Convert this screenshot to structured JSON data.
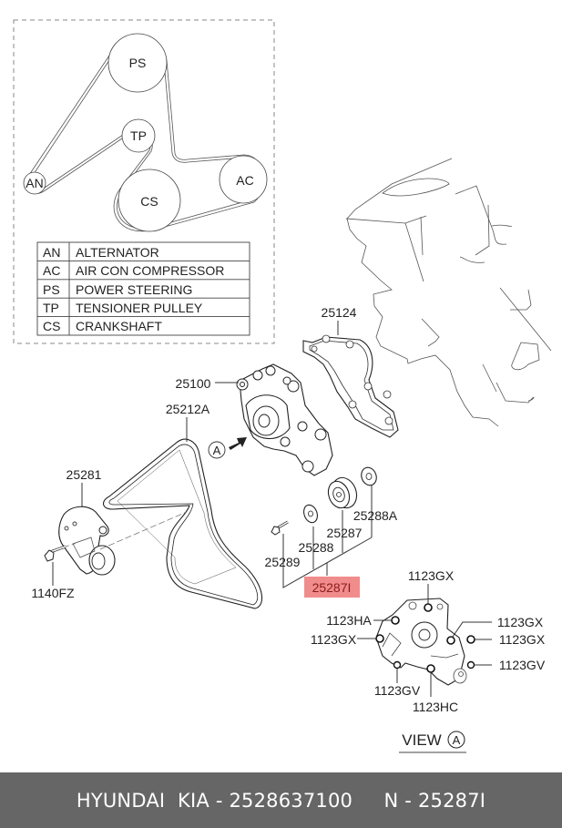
{
  "belt_layout": {
    "pulleys": [
      {
        "code": "PS"
      },
      {
        "code": "TP"
      },
      {
        "code": "AN"
      },
      {
        "code": "CS"
      },
      {
        "code": "AC"
      }
    ],
    "legend": [
      {
        "code": "AN",
        "name": "ALTERNATOR"
      },
      {
        "code": "AC",
        "name": "AIR CON COMPRESSOR"
      },
      {
        "code": "PS",
        "name": "POWER STEERING"
      },
      {
        "code": "TP",
        "name": "TENSIONER PULLEY"
      },
      {
        "code": "CS",
        "name": "CRANKSHAFT"
      }
    ]
  },
  "callouts": {
    "gasket": "25124",
    "water_pump": "25100",
    "belt": "25212A",
    "tensioner": "25281",
    "tensioner_bolt": "1140FZ",
    "washer_a": "25288A",
    "pulley": "25287",
    "washer": "25288",
    "bolt": "25289",
    "kit": "25287I",
    "view_marker": "A"
  },
  "highlight_color": "#f08080",
  "view_a": {
    "title": "VIEW",
    "marker": "A",
    "bolts": {
      "top": "1123GX",
      "ha": "1123HA",
      "left_gx": "1123GX",
      "right_gx_upper": "1123GX",
      "right_gx": "1123GX",
      "right_gv": "1123GV",
      "bottom_gv": "1123GV",
      "hc": "1123HC"
    }
  },
  "footer": {
    "brand": "HYUNDAI  KIA",
    "separator": " - ",
    "part_number": "2528637100",
    "n_prefix": "N",
    "n_code": "25287I"
  }
}
